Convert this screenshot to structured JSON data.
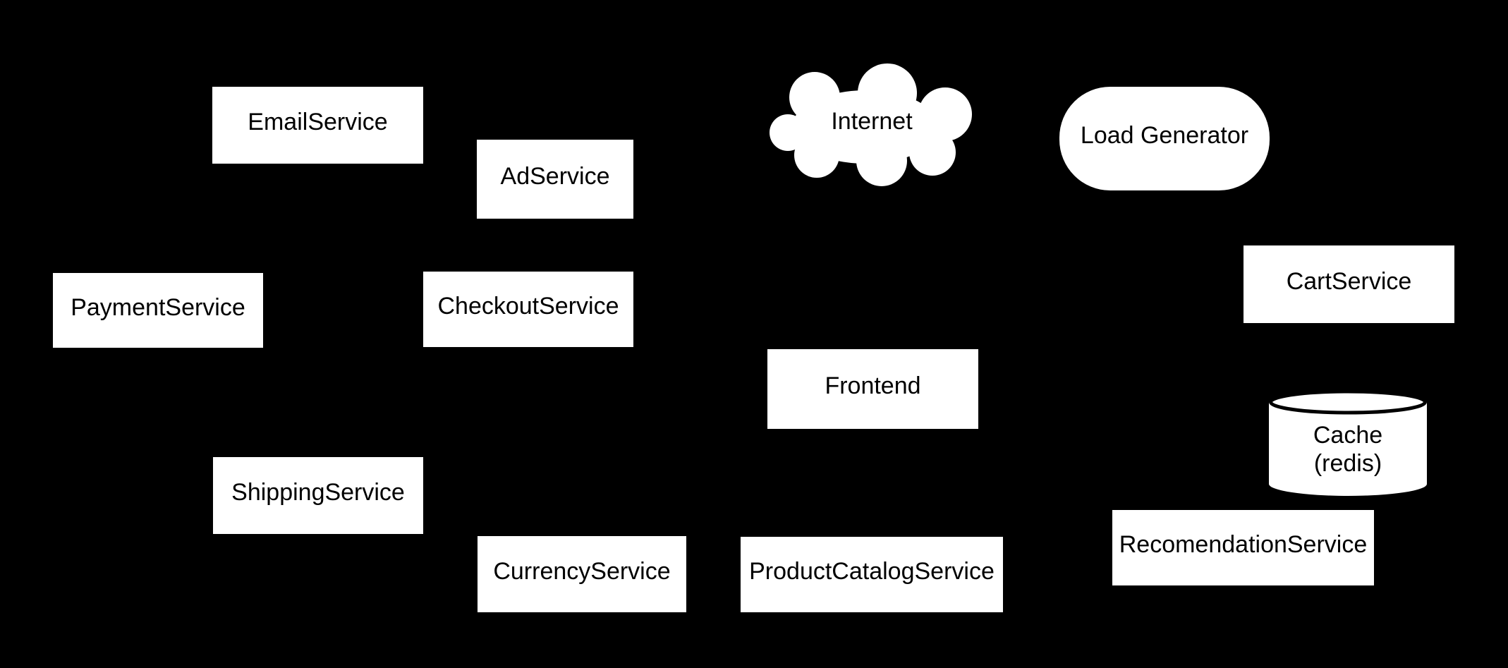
{
  "diagram": {
    "background_color": "#000000",
    "node_fill_color": "#ffffff",
    "node_text_color": "#000000"
  },
  "nodes": {
    "email_service": {
      "label": "EmailService",
      "shape": "rectangle"
    },
    "ad_service": {
      "label": "AdService",
      "shape": "rectangle"
    },
    "payment_service": {
      "label": "PaymentService",
      "shape": "rectangle"
    },
    "checkout_service": {
      "label": "CheckoutService",
      "shape": "rectangle"
    },
    "shipping_service": {
      "label": "ShippingService",
      "shape": "rectangle"
    },
    "currency_service": {
      "label": "CurrencyService",
      "shape": "rectangle"
    },
    "product_catalog_service": {
      "label": "ProductCatalogService",
      "shape": "rectangle"
    },
    "frontend": {
      "label": "Frontend",
      "shape": "rectangle"
    },
    "internet": {
      "label": "Internet",
      "shape": "cloud"
    },
    "load_generator": {
      "label": "Load Generator",
      "shape": "rounded-rectangle"
    },
    "cart_service": {
      "label": "CartService",
      "shape": "rectangle"
    },
    "cache": {
      "label_line1": "Cache",
      "label_line2": "(redis)",
      "shape": "cylinder"
    },
    "recomendation_service": {
      "label": "RecomendationService",
      "shape": "rectangle"
    }
  }
}
